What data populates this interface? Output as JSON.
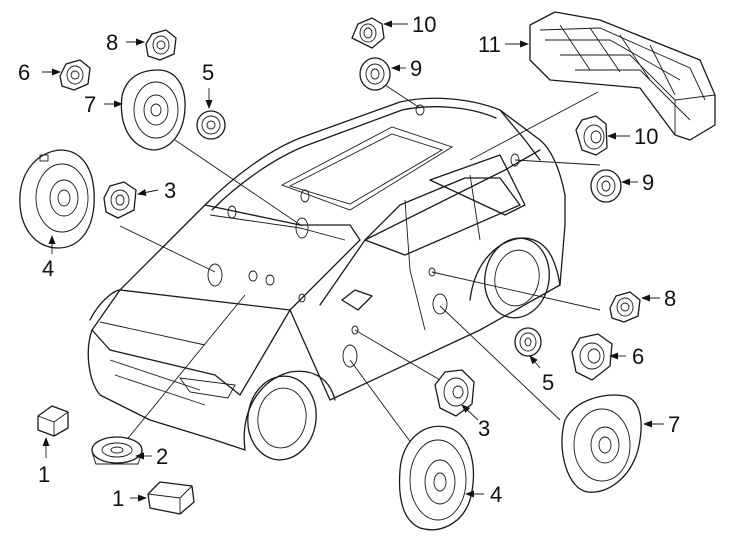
{
  "callouts": [
    {
      "id": "c1a",
      "label": "1"
    },
    {
      "id": "c1b",
      "label": "1"
    },
    {
      "id": "c2",
      "label": "2"
    },
    {
      "id": "c3a",
      "label": "3"
    },
    {
      "id": "c3b",
      "label": "3"
    },
    {
      "id": "c4a",
      "label": "4"
    },
    {
      "id": "c4b",
      "label": "4"
    },
    {
      "id": "c5a",
      "label": "5"
    },
    {
      "id": "c5b",
      "label": "5"
    },
    {
      "id": "c6a",
      "label": "6"
    },
    {
      "id": "c6b",
      "label": "6"
    },
    {
      "id": "c7a",
      "label": "7"
    },
    {
      "id": "c7b",
      "label": "7"
    },
    {
      "id": "c8a",
      "label": "8"
    },
    {
      "id": "c8b",
      "label": "8"
    },
    {
      "id": "c9a",
      "label": "9"
    },
    {
      "id": "c9b",
      "label": "9"
    },
    {
      "id": "c10a",
      "label": "10"
    },
    {
      "id": "c10b",
      "label": "10"
    },
    {
      "id": "c11",
      "label": "11"
    }
  ]
}
